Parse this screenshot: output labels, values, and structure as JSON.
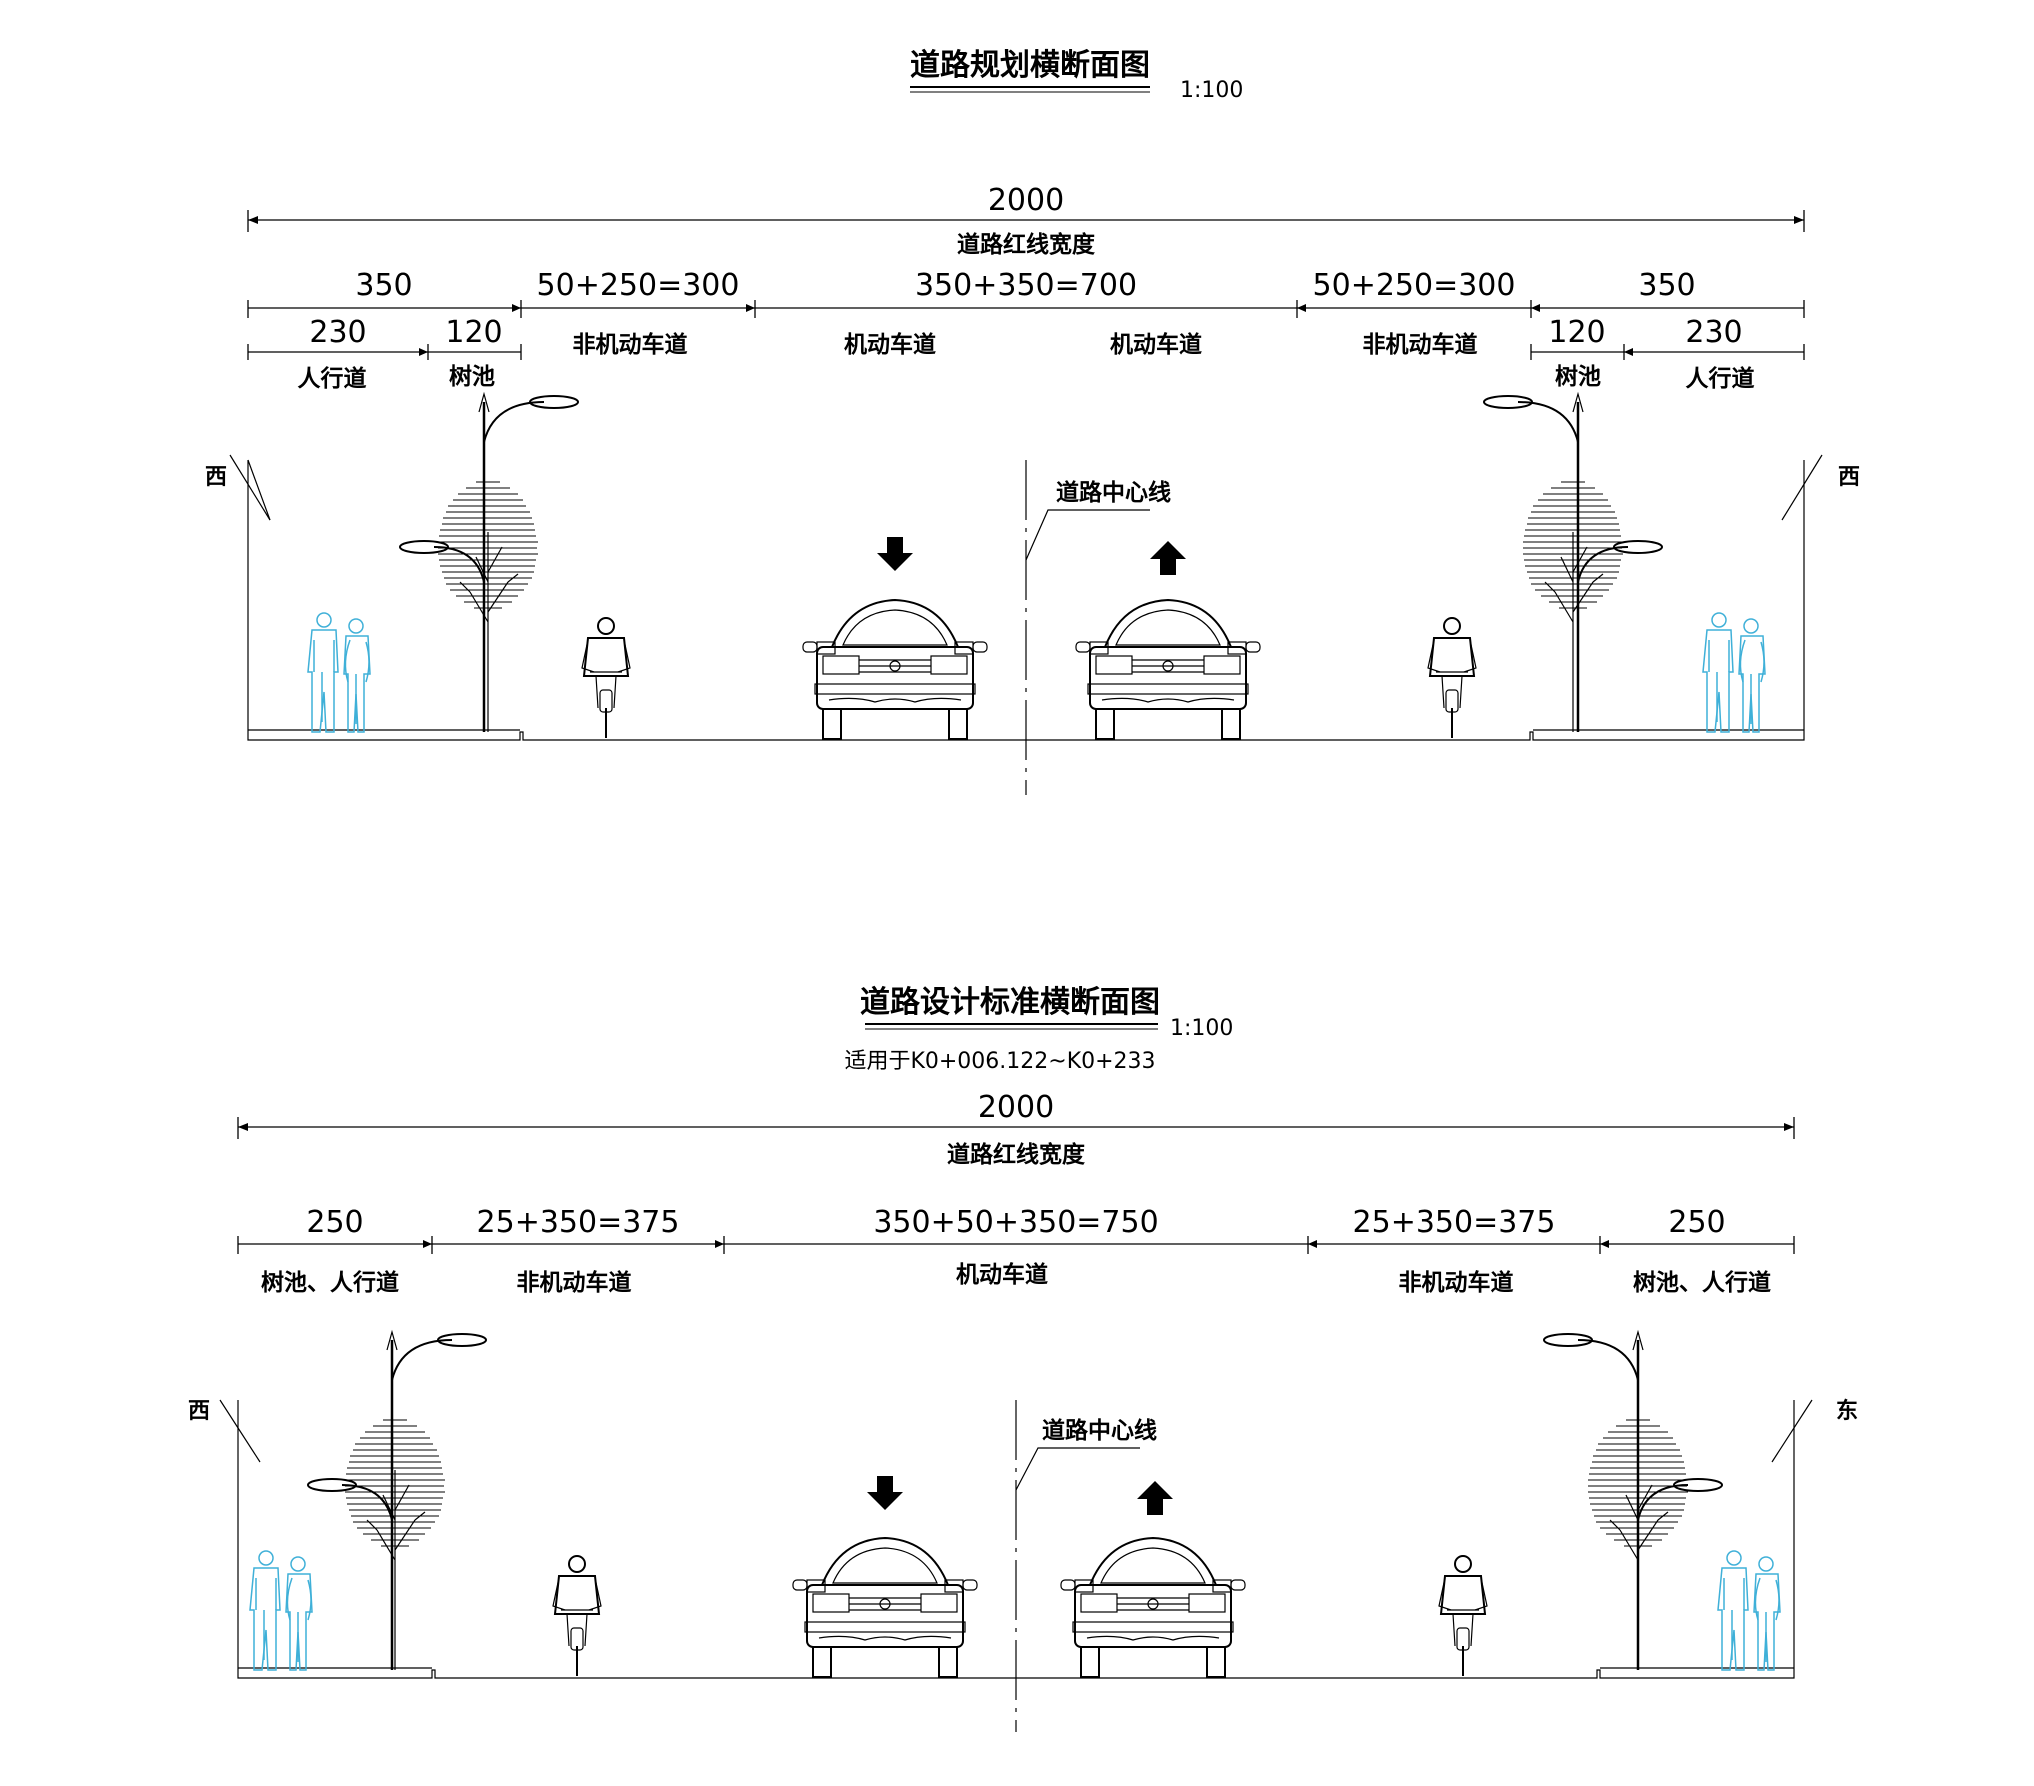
{
  "colors": {
    "line": "#000000",
    "pedestrian": "#3fb0d8",
    "background": "#ffffff"
  },
  "sections": [
    {
      "title": "道路规划横断面图",
      "scale": "1:100",
      "total": "2000",
      "total_label": "道路红线宽度",
      "segments": [
        {
          "dim": "350",
          "sub": [
            {
              "dim": "230",
              "label": "人行道"
            },
            {
              "dim": "120",
              "label": "树池"
            }
          ]
        },
        {
          "dim": "50+250=300",
          "label": "非机动车道"
        },
        {
          "dim": "350+350=700",
          "labels": [
            "机动车道",
            "机动车道"
          ]
        },
        {
          "dim": "50+250=300",
          "label": "非机动车道"
        },
        {
          "dim": "350",
          "sub": [
            {
              "dim": "120",
              "label": "树池"
            },
            {
              "dim": "230",
              "label": "人行道"
            }
          ]
        }
      ],
      "centerline_label": "道路中心线",
      "left_side": "西",
      "right_side": "西",
      "icons": [
        "building-edge-icon",
        "pedestrian-icon",
        "tree-icon",
        "street-lamp-icon",
        "cyclist-icon",
        "car-icon",
        "direction-arrow-icon"
      ]
    },
    {
      "title": "道路设计标准横断面图",
      "scale": "1:100",
      "applicability": "适用于K0+006.122~K0+233",
      "total": "2000",
      "total_label": "道路红线宽度",
      "segments": [
        {
          "dim": "250",
          "label": "树池、人行道"
        },
        {
          "dim": "25+350=375",
          "label": "非机动车道"
        },
        {
          "dim": "350+50+350=750",
          "label": "机动车道"
        },
        {
          "dim": "25+350=375",
          "label": "非机动车道"
        },
        {
          "dim": "250",
          "label": "树池、人行道"
        }
      ],
      "centerline_label": "道路中心线",
      "left_side": "西",
      "right_side": "东",
      "icons": [
        "building-edge-icon",
        "pedestrian-icon",
        "tree-icon",
        "street-lamp-icon",
        "cyclist-icon",
        "car-icon",
        "direction-arrow-icon"
      ]
    }
  ]
}
